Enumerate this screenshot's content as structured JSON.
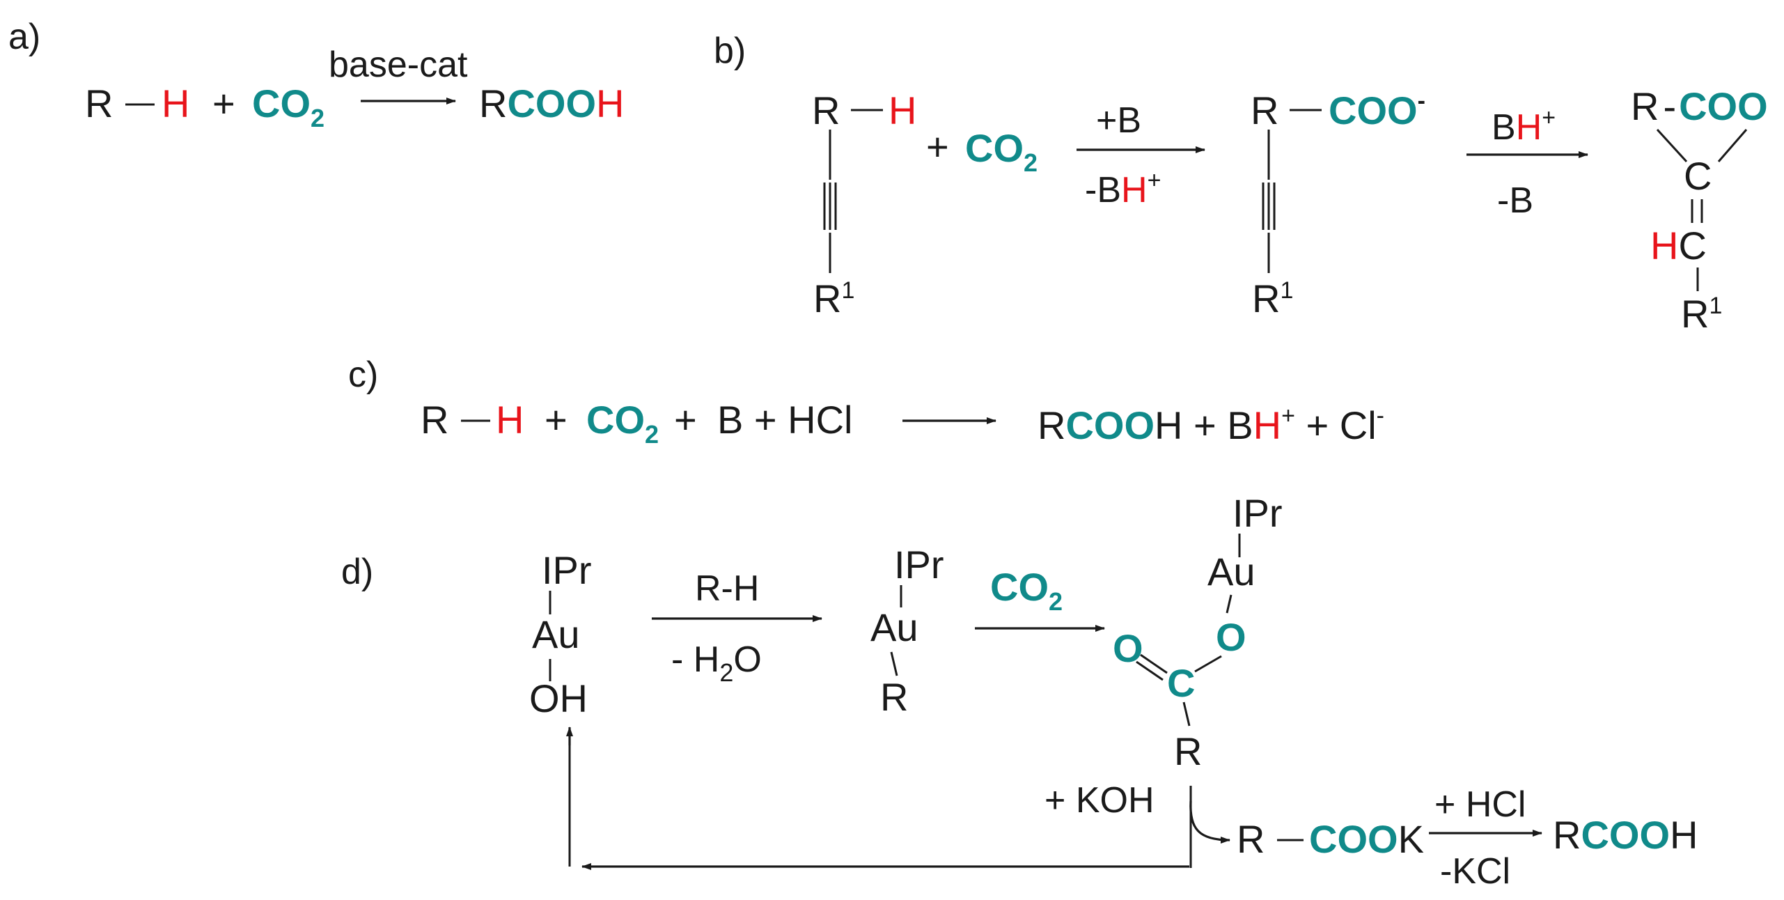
{
  "panels": {
    "a": {
      "label": "a)",
      "condition": "base-cat"
    },
    "b": {
      "label": "b)",
      "step1_above": "+B",
      "step2_above": "BH",
      "step2_below": "-B"
    },
    "c": {
      "label": "c)"
    },
    "d": {
      "label": "d)",
      "step1_above": "R-H",
      "step2_above": "CO",
      "step3_left": "+ KOH",
      "step4_above": "+ HCl",
      "step4_below": "-KCl"
    }
  },
  "colors": {
    "hydrogen": "#e8141b",
    "carboxyl": "#108a8a",
    "ink": "#1a1a1a"
  }
}
